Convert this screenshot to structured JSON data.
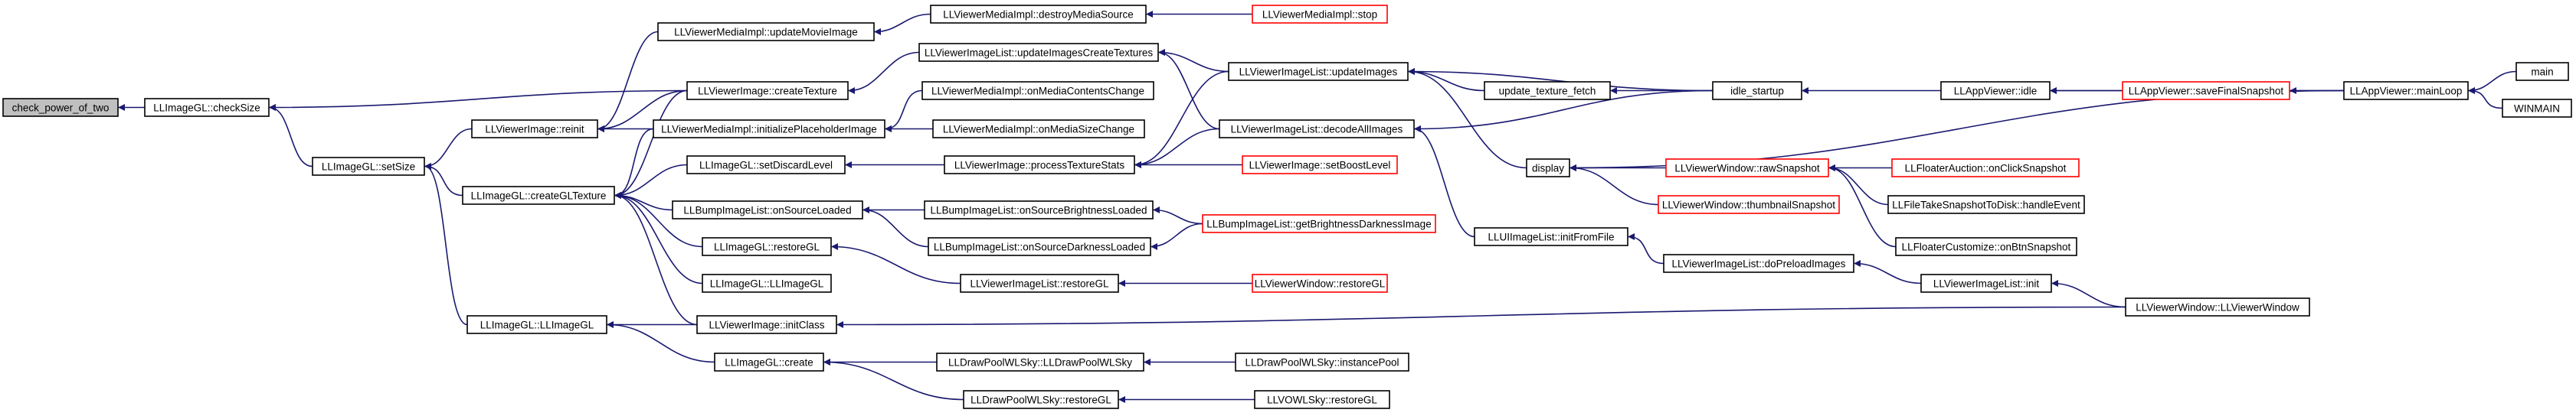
{
  "colors": {
    "edge": "#191970",
    "root_fill": "#c0c0c0",
    "truncated_border": "#ff0000",
    "node_border": "#000000",
    "background": "#ffffff"
  },
  "nodes": [
    {
      "id": "check_power_of_two",
      "label": "check_power_of_two",
      "style": "root"
    },
    {
      "id": "checkSize",
      "label": "LLImageGL::checkSize"
    },
    {
      "id": "setSize",
      "label": "LLImageGL::setSize"
    },
    {
      "id": "reinit",
      "label": "LLViewerImage::reinit"
    },
    {
      "id": "createGLTexture",
      "label": "LLImageGL::createGLTexture"
    },
    {
      "id": "LLImageGL_ctor",
      "label": "LLImageGL::LLImageGL"
    },
    {
      "id": "updateMovieImage",
      "label": "LLViewerMediaImpl::updateMovieImage"
    },
    {
      "id": "createTexture",
      "label": "LLViewerImage::createTexture"
    },
    {
      "id": "initializePlaceholderImage",
      "label": "LLViewerMediaImpl::initializePlaceholderImage"
    },
    {
      "id": "setDiscardLevel",
      "label": "LLImageGL::setDiscardLevel"
    },
    {
      "id": "bumpOnSourceLoaded",
      "label": "LLBumpImageList::onSourceLoaded"
    },
    {
      "id": "imageGLRestoreGL",
      "label": "LLImageGL::restoreGL"
    },
    {
      "id": "imageGLLLImageGL",
      "label": "LLImageGL::LLImageGL"
    },
    {
      "id": "initClass",
      "label": "LLViewerImage::initClass"
    },
    {
      "id": "imageGLCreate",
      "label": "LLImageGL::create"
    },
    {
      "id": "destroyMediaSource",
      "label": "LLViewerMediaImpl::destroyMediaSource"
    },
    {
      "id": "mediaStop",
      "label": "LLViewerMediaImpl::stop",
      "style": "red"
    },
    {
      "id": "updateImagesCreateTextures",
      "label": "LLViewerImageList::updateImagesCreateTextures"
    },
    {
      "id": "onMediaContentsChange",
      "label": "LLViewerMediaImpl::onMediaContentsChange"
    },
    {
      "id": "onMediaSizeChange",
      "label": "LLViewerMediaImpl::onMediaSizeChange"
    },
    {
      "id": "processTextureStats",
      "label": "LLViewerImage::processTextureStats"
    },
    {
      "id": "onSourceBrightnessLoaded",
      "label": "LLBumpImageList::onSourceBrightnessLoaded"
    },
    {
      "id": "onSourceDarknessLoaded",
      "label": "LLBumpImageList::onSourceDarknessLoaded"
    },
    {
      "id": "imageListRestoreGL",
      "label": "LLViewerImageList::restoreGL"
    },
    {
      "id": "drawPoolCtor",
      "label": "LLDrawPoolWLSky::LLDrawPoolWLSky"
    },
    {
      "id": "drawPoolRestoreGL",
      "label": "LLDrawPoolWLSky::restoreGL"
    },
    {
      "id": "updateImages",
      "label": "LLViewerImageList::updateImages"
    },
    {
      "id": "decodeAllImages",
      "label": "LLViewerImageList::decodeAllImages"
    },
    {
      "id": "setBoostLevel",
      "label": "LLViewerImage::setBoostLevel",
      "style": "red"
    },
    {
      "id": "getBrightnessDarknessImage",
      "label": "LLBumpImageList::getBrightnessDarknessImage",
      "style": "red"
    },
    {
      "id": "windowRestoreGL",
      "label": "LLViewerWindow::restoreGL",
      "style": "red"
    },
    {
      "id": "instancePool",
      "label": "LLDrawPoolWLSky::instancePool"
    },
    {
      "id": "wlSkyRestoreGL",
      "label": "LLVOWLSky::restoreGL"
    },
    {
      "id": "updateTextureFetch",
      "label": "update_texture_fetch"
    },
    {
      "id": "display",
      "label": "display"
    },
    {
      "id": "initFromFile",
      "label": "LLUIImageList::initFromFile"
    },
    {
      "id": "idleStartup",
      "label": "idle_startup"
    },
    {
      "id": "rawSnapshot",
      "label": "LLViewerWindow::rawSnapshot",
      "style": "red"
    },
    {
      "id": "thumbnailSnapshot",
      "label": "LLViewerWindow::thumbnailSnapshot",
      "style": "red"
    },
    {
      "id": "doPreloadImages",
      "label": "LLViewerImageList::doPreloadImages"
    },
    {
      "id": "appIdle",
      "label": "LLAppViewer::idle"
    },
    {
      "id": "onClickSnapshot",
      "label": "LLFloaterAuction::onClickSnapshot",
      "style": "red"
    },
    {
      "id": "handleEvent",
      "label": "LLFileTakeSnapshotToDisk::handleEvent"
    },
    {
      "id": "onBtnSnapshot",
      "label": "LLFloaterCustomize::onBtnSnapshot"
    },
    {
      "id": "imageListInit",
      "label": "LLViewerImageList::init"
    },
    {
      "id": "saveFinalSnapshot",
      "label": "LLAppViewer::saveFinalSnapshot",
      "style": "red"
    },
    {
      "id": "mainLoop",
      "label": "LLAppViewer::mainLoop"
    },
    {
      "id": "windowCtor",
      "label": "LLViewerWindow::LLViewerWindow"
    },
    {
      "id": "main",
      "label": "main"
    },
    {
      "id": "WINMAIN",
      "label": "WINMAIN"
    }
  ],
  "edges": [
    [
      "checkSize",
      "check_power_of_two"
    ],
    [
      "setSize",
      "checkSize"
    ],
    [
      "createTexture",
      "checkSize"
    ],
    [
      "reinit",
      "setSize"
    ],
    [
      "createGLTexture",
      "setSize"
    ],
    [
      "LLImageGL_ctor",
      "setSize"
    ],
    [
      "updateMovieImage",
      "reinit"
    ],
    [
      "createTexture",
      "reinit"
    ],
    [
      "initializePlaceholderImage",
      "reinit"
    ],
    [
      "createTexture",
      "createGLTexture"
    ],
    [
      "initializePlaceholderImage",
      "createGLTexture"
    ],
    [
      "setDiscardLevel",
      "createGLTexture"
    ],
    [
      "bumpOnSourceLoaded",
      "createGLTexture"
    ],
    [
      "imageGLRestoreGL",
      "createGLTexture"
    ],
    [
      "imageGLLLImageGL",
      "createGLTexture"
    ],
    [
      "initClass",
      "createGLTexture"
    ],
    [
      "initClass",
      "LLImageGL_ctor"
    ],
    [
      "imageGLCreate",
      "LLImageGL_ctor"
    ],
    [
      "destroyMediaSource",
      "updateMovieImage"
    ],
    [
      "mediaStop",
      "destroyMediaSource"
    ],
    [
      "updateImagesCreateTextures",
      "createTexture"
    ],
    [
      "onMediaContentsChange",
      "initializePlaceholderImage"
    ],
    [
      "onMediaSizeChange",
      "initializePlaceholderImage"
    ],
    [
      "processTextureStats",
      "setDiscardLevel"
    ],
    [
      "onSourceBrightnessLoaded",
      "bumpOnSourceLoaded"
    ],
    [
      "onSourceDarknessLoaded",
      "bumpOnSourceLoaded"
    ],
    [
      "imageListRestoreGL",
      "imageGLRestoreGL"
    ],
    [
      "windowCtor",
      "initClass"
    ],
    [
      "drawPoolCtor",
      "imageGLCreate"
    ],
    [
      "drawPoolRestoreGL",
      "imageGLCreate"
    ],
    [
      "updateImages",
      "updateImagesCreateTextures"
    ],
    [
      "decodeAllImages",
      "updateImagesCreateTextures"
    ],
    [
      "updateImages",
      "processTextureStats"
    ],
    [
      "decodeAllImages",
      "processTextureStats"
    ],
    [
      "setBoostLevel",
      "processTextureStats"
    ],
    [
      "getBrightnessDarknessImage",
      "onSourceBrightnessLoaded"
    ],
    [
      "getBrightnessDarknessImage",
      "onSourceDarknessLoaded"
    ],
    [
      "windowRestoreGL",
      "imageListRestoreGL"
    ],
    [
      "instancePool",
      "drawPoolCtor"
    ],
    [
      "wlSkyRestoreGL",
      "drawPoolRestoreGL"
    ],
    [
      "updateTextureFetch",
      "updateImages"
    ],
    [
      "idleStartup",
      "updateImages"
    ],
    [
      "display",
      "updateImages"
    ],
    [
      "idleStartup",
      "updateTextureFetch"
    ],
    [
      "idleStartup",
      "decodeAllImages"
    ],
    [
      "initFromFile",
      "decodeAllImages"
    ],
    [
      "doPreloadImages",
      "initFromFile"
    ],
    [
      "imageListInit",
      "doPreloadImages"
    ],
    [
      "windowCtor",
      "imageListInit"
    ],
    [
      "appIdle",
      "idleStartup"
    ],
    [
      "rawSnapshot",
      "display"
    ],
    [
      "thumbnailSnapshot",
      "display"
    ],
    [
      "mainLoop",
      "display"
    ],
    [
      "onClickSnapshot",
      "rawSnapshot"
    ],
    [
      "handleEvent",
      "rawSnapshot"
    ],
    [
      "onBtnSnapshot",
      "rawSnapshot"
    ],
    [
      "saveFinalSnapshot",
      "appIdle"
    ],
    [
      "mainLoop",
      "appIdle"
    ],
    [
      "mainLoop",
      "saveFinalSnapshot"
    ],
    [
      "main",
      "mainLoop"
    ],
    [
      "WINMAIN",
      "mainLoop"
    ]
  ]
}
